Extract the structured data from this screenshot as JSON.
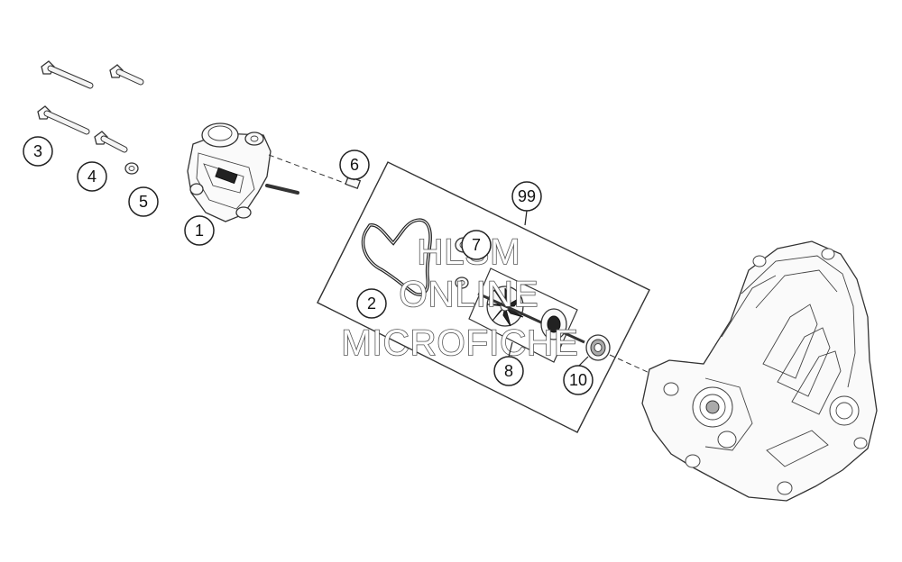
{
  "diagram": {
    "callouts": [
      {
        "id": "c1",
        "label": "1"
      },
      {
        "id": "c2",
        "label": "2"
      },
      {
        "id": "c3",
        "label": "3"
      },
      {
        "id": "c4",
        "label": "4"
      },
      {
        "id": "c5",
        "label": "5"
      },
      {
        "id": "c6",
        "label": "6"
      },
      {
        "id": "c7",
        "label": "7"
      },
      {
        "id": "c8",
        "label": "8"
      },
      {
        "id": "c10",
        "label": "10"
      },
      {
        "id": "c99",
        "label": "99"
      }
    ],
    "watermark": {
      "line1": "HLSM",
      "line2": "ONLINE",
      "line3": "MICROFICHE"
    }
  }
}
